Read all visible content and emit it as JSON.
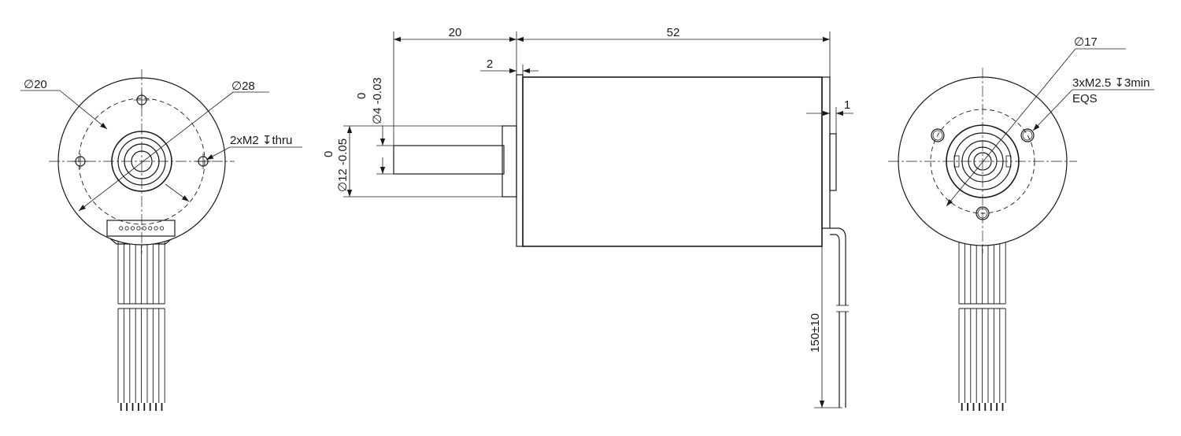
{
  "dimensions": {
    "shaft_length": "20",
    "body_length": "52",
    "flange_thickness": "2",
    "rear_step": "1",
    "cable_length": "150±10",
    "shaft_diameter": "∅4 -0.03",
    "shaft_diameter_upper": "0",
    "boss_diameter": "∅12 -0.05",
    "boss_diameter_upper": "0"
  },
  "front_view": {
    "inner_circle": "∅20",
    "outer_circle": "∅28",
    "holes": "2xM2",
    "holes_depth": "thru"
  },
  "rear_view": {
    "circle": "∅17",
    "holes": "3xM2.5",
    "holes_depth": "3min",
    "spacing": "EQS"
  },
  "cable": {
    "wire_count": 8
  }
}
